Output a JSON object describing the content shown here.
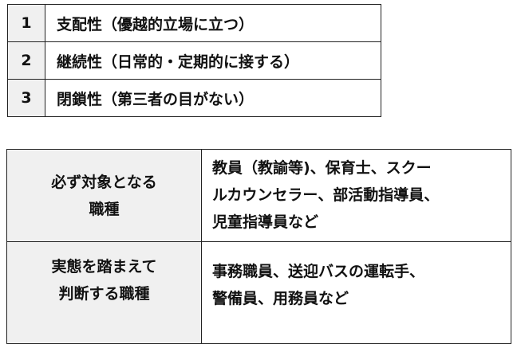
{
  "characteristics": [
    {
      "num": "1",
      "text": "支配性（優越的立場に立つ）"
    },
    {
      "num": "2",
      "text": "継続性（日常的・定期的に接する）"
    },
    {
      "num": "3",
      "text": "閉鎖性（第三者の目がない）"
    }
  ],
  "occupations": [
    {
      "label_lines": [
        "必ず対象となる",
        "職種"
      ],
      "value_lines": [
        "教員（教諭等)、保育士、スクー",
        "ルカウンセラー、部活動指導員、",
        "児童指導員など"
      ]
    },
    {
      "label_lines": [
        "実態を踏まえて",
        "判断する職種"
      ],
      "value_lines": [
        "事務職員、送迎バスの運転手、",
        "警備員、用務員など"
      ]
    }
  ]
}
